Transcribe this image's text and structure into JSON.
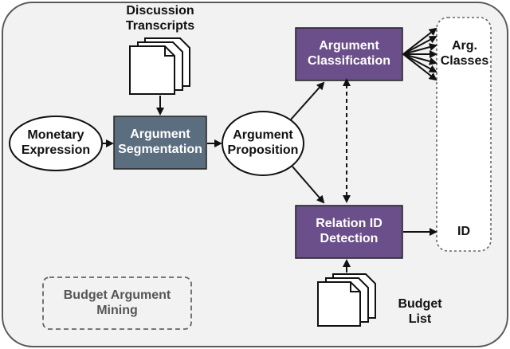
{
  "diagram": {
    "nodes": {
      "discussion_transcripts": "Discussion\nTranscripts",
      "monetary_expression": "Monetary\nExpression",
      "argument_segmentation": "Argument\nSegmentation",
      "argument_proposition": "Argument\nProposition",
      "argument_classification": "Argument\nClassification",
      "relation_id_detection": "Relation ID\nDetection",
      "arg_classes": "Arg.\nClasses",
      "id": "ID",
      "budget_list": "Budget\nList",
      "legend_budget_argument_mining": "Budget Argument\nMining"
    },
    "colors": {
      "background": "#f2f2f2",
      "frame": "#595959",
      "segmentation_fill": "#5b6e80",
      "classification_fill": "#6b4f8a",
      "arrow": "#111111"
    },
    "icons": {
      "transcripts": "document-stack-icon",
      "budget": "document-stack-icon"
    }
  }
}
